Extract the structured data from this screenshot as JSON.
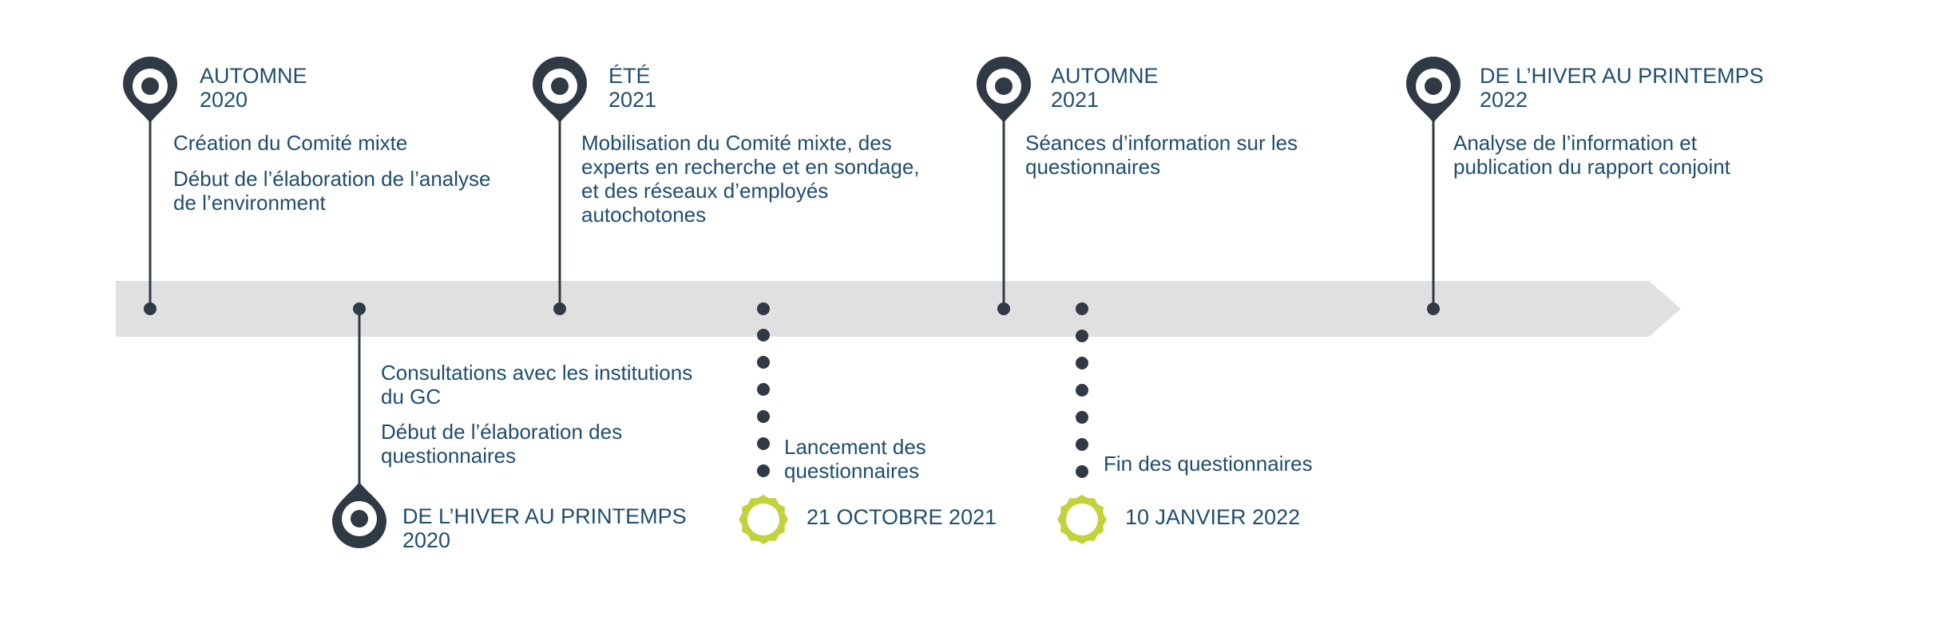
{
  "colors": {
    "arrow_band": "#e0e0e0",
    "marker": "#2f3a45",
    "text": "#1f4e6e",
    "highlight": "#c2d23a"
  },
  "milestones": {
    "m1": {
      "period": "AUTOMNE\n2020",
      "items": [
        "Création du Comité mixte",
        "Début de l’élaboration de l’analyse\nde l’environment"
      ],
      "icon": "location-pin-icon"
    },
    "m2": {
      "period": "DE L’HIVER AU PRINTEMPS\n2020",
      "items": [
        "Consultations avec les institutions\ndu GC",
        "Début de l’élaboration des\nquestionnaires"
      ],
      "icon": "location-pin-icon"
    },
    "m3": {
      "period": "ÉTÉ\n2021",
      "items": [
        "Mobilisation du Comité mixte, des\nexperts en recherche et en sondage,\net des réseaux d’employés\nautochotones"
      ],
      "icon": "location-pin-icon"
    },
    "m4": {
      "date": "21 OCTOBRE 2021",
      "items": [
        "Lancement des\nquestionnaires"
      ],
      "icon": "starburst-badge-icon"
    },
    "m5": {
      "period": "AUTOMNE\n2021",
      "items": [
        "Séances d’information sur les\nquestionnaires"
      ],
      "icon": "location-pin-icon"
    },
    "m6": {
      "date": "10 JANVIER 2022",
      "items": [
        "Fin des questionnaires"
      ],
      "icon": "starburst-badge-icon"
    },
    "m7": {
      "period": "DE L’HIVER AU PRINTEMPS\n2022",
      "items": [
        "Analyse de l’information et\npublication du rapport conjoint"
      ],
      "icon": "location-pin-icon"
    }
  }
}
